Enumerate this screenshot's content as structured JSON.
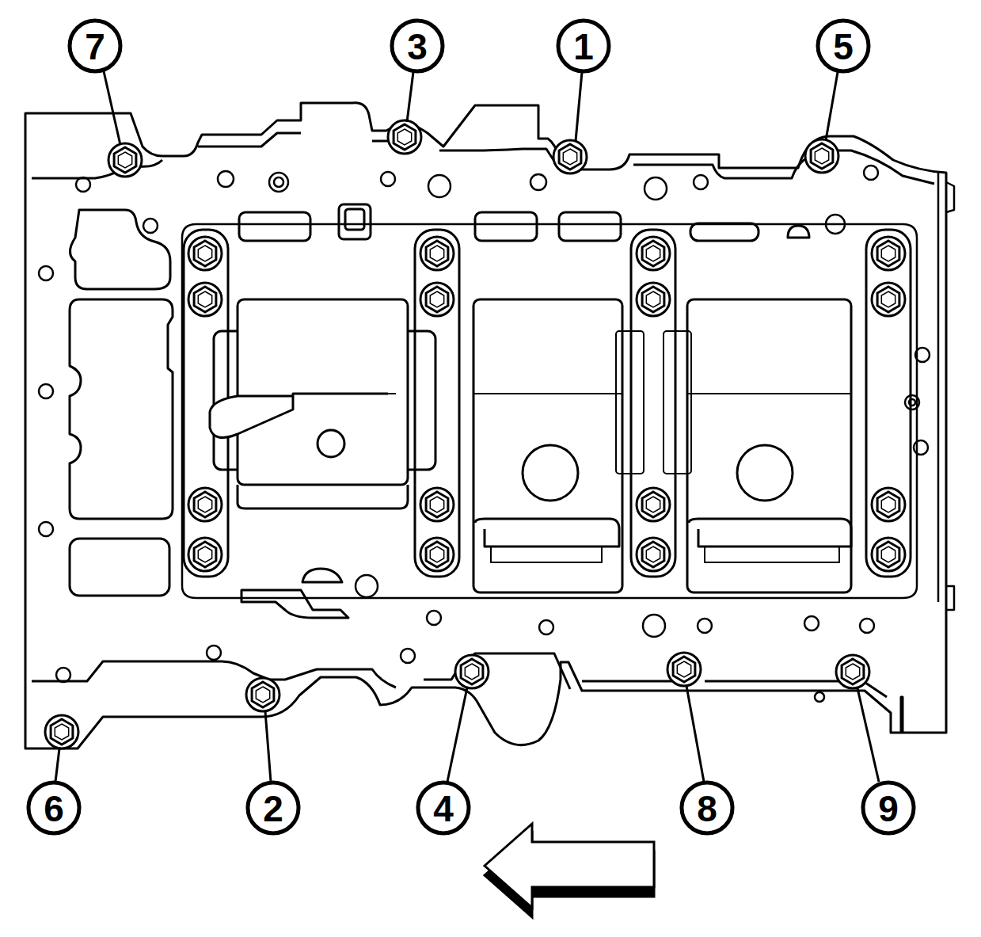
{
  "diagram": {
    "labels": [
      "7",
      "3",
      "1",
      "5",
      "6",
      "2",
      "4",
      "8",
      "9"
    ]
  }
}
